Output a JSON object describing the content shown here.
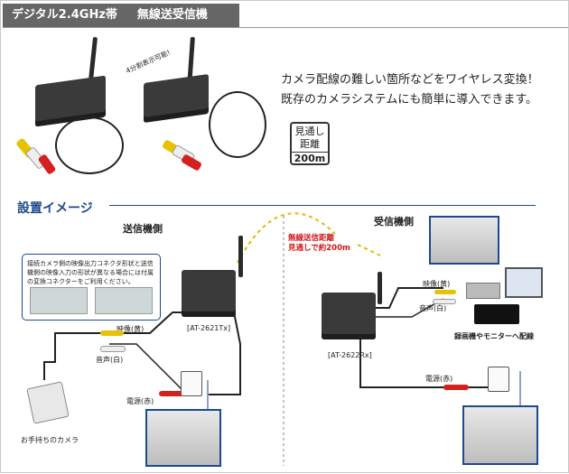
{
  "header": {
    "title": "デジタル2.4GHz帯",
    "subtitle": "無線送受信機"
  },
  "product": {
    "slant_note": "4分割表示可能!",
    "description_line1": "カメラ配線の難しい箇所などをワイヤレス変換！",
    "description_line2": "既存のカメラシステムにも簡単に導入できます。",
    "badge_line1": "見通し",
    "badge_line2": "距離",
    "badge_value": "200m"
  },
  "section": {
    "title": "設置イメージ",
    "transmitter_header": "送信機側",
    "receiver_header": "受信機側"
  },
  "note_box": {
    "text": "接続カメラ側の映像出力コネクタ形状と送信機側の映像入力の形状が異なる場合には付属の変換コネクターをご利用ください。"
  },
  "wireless_note": {
    "line1": "無線送信距離",
    "line2": "見通しで約200m"
  },
  "labels": {
    "tx_model": "[AT-2621Tx]",
    "rx_model": "[AT-2622Rx]",
    "tx_video": "映像(黄)",
    "tx_audio": "音声(白)",
    "tx_power": "電源(赤)",
    "rx_video": "映像(黄)",
    "rx_audio": "音声(白)",
    "rx_power": "電源(赤)",
    "camera": "お手持ちのカメラ",
    "recorder": "録画機やモニターへ配線"
  },
  "colors": {
    "accent": "#1d4a8c",
    "title_bg": "#666666",
    "wireless_red": "#d01818",
    "signal_yellow": "#e6b800"
  }
}
